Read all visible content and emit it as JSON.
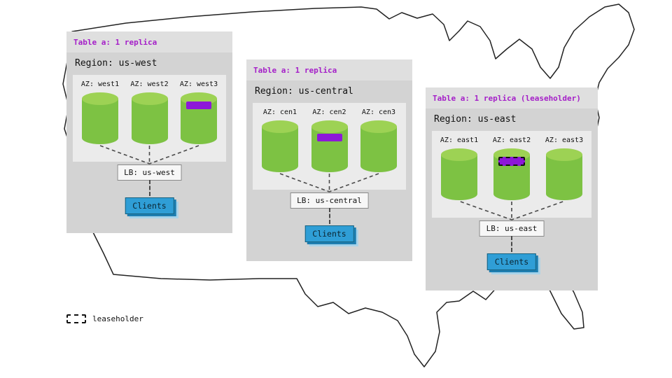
{
  "regions": [
    {
      "table_label": "Table a: 1 replica",
      "region_label": "Region: us-west",
      "azs": [
        {
          "label": "AZ: west1",
          "replica_marker": false,
          "leaseholder": false
        },
        {
          "label": "AZ: west2",
          "replica_marker": false,
          "leaseholder": false
        },
        {
          "label": "AZ: west3",
          "replica_marker": true,
          "leaseholder": false
        }
      ],
      "lb_label": "LB: us-west",
      "clients_label": "Clients"
    },
    {
      "table_label": "Table a: 1 replica",
      "region_label": "Region: us-central",
      "azs": [
        {
          "label": "AZ: cen1",
          "replica_marker": false,
          "leaseholder": false
        },
        {
          "label": "AZ: cen2",
          "replica_marker": true,
          "leaseholder": false
        },
        {
          "label": "AZ: cen3",
          "replica_marker": false,
          "leaseholder": false
        }
      ],
      "lb_label": "LB: us-central",
      "clients_label": "Clients"
    },
    {
      "table_label": "Table a: 1 replica (leaseholder)",
      "region_label": "Region: us-east",
      "azs": [
        {
          "label": "AZ: east1",
          "replica_marker": false,
          "leaseholder": false
        },
        {
          "label": "AZ: east2",
          "replica_marker": true,
          "leaseholder": true
        },
        {
          "label": "AZ: east3",
          "replica_marker": false,
          "leaseholder": false
        }
      ],
      "lb_label": "LB: us-east",
      "clients_label": "Clients"
    }
  ],
  "legend": {
    "label": "leaseholder"
  },
  "colors": {
    "panel_bg": "#d3d3d3",
    "panel_header_bg": "#dfdfdf",
    "az_box_bg": "#ebebeb",
    "table_label_purple": "#a520c8",
    "cylinder_green": "#7dc243",
    "cylinder_top_green": "#9dd254",
    "replica_purple": "#8d18d8",
    "clients_blue": "#2f9ed6",
    "map_outline": "#222222"
  }
}
